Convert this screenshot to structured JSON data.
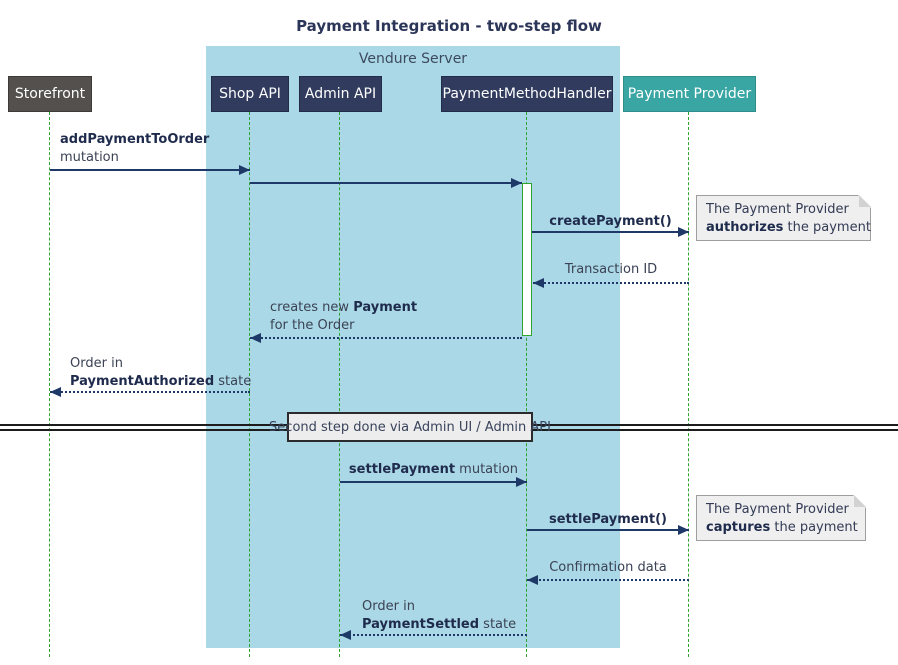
{
  "title": "Payment Integration - two-step flow",
  "container": {
    "label": "Vendure Server"
  },
  "participants": [
    {
      "label": "Storefront"
    },
    {
      "label": "Shop API"
    },
    {
      "label": "Admin API"
    },
    {
      "label": "PaymentMethodHandler"
    },
    {
      "label": "Payment Provider"
    }
  ],
  "messages": {
    "add_payment": {
      "bold": "addPaymentToOrder",
      "line2": "mutation"
    },
    "create_payment": {
      "label": "createPayment()"
    },
    "transaction_id": {
      "label": "Transaction ID"
    },
    "creates_payment": {
      "pre": "creates new ",
      "bold": "Payment",
      "line2": "for the Order"
    },
    "order_authorized": {
      "line1": "Order in",
      "bold": "PaymentAuthorized",
      "post": " state"
    },
    "settle_mutation": {
      "bold": "settlePayment",
      "post": " mutation"
    },
    "settle_call": {
      "label": "settlePayment()"
    },
    "confirmation": {
      "label": "Confirmation data"
    },
    "order_settled": {
      "line1": "Order in",
      "bold": "PaymentSettled",
      "post": " state"
    }
  },
  "notes": {
    "authorize": {
      "line1": "The Payment Provider",
      "bold": "authorizes",
      "post": " the payment"
    },
    "capture": {
      "line1": "The Payment Provider",
      "bold": "captures",
      "post": " the payment"
    }
  },
  "divider": {
    "label": "Second step done via Admin UI / Admin API"
  },
  "colors": {
    "container_fill": "#ABD8E6",
    "participant_navy": "#303B5E",
    "participant_gray": "#54504E",
    "participant_teal": "#3AA6A3",
    "arrow": "#1E3868",
    "lifeline_green": "#2EA32E",
    "note_fill": "#EFEFEF",
    "divider_fill": "#EDEDED",
    "title_text": "#2B3558"
  }
}
